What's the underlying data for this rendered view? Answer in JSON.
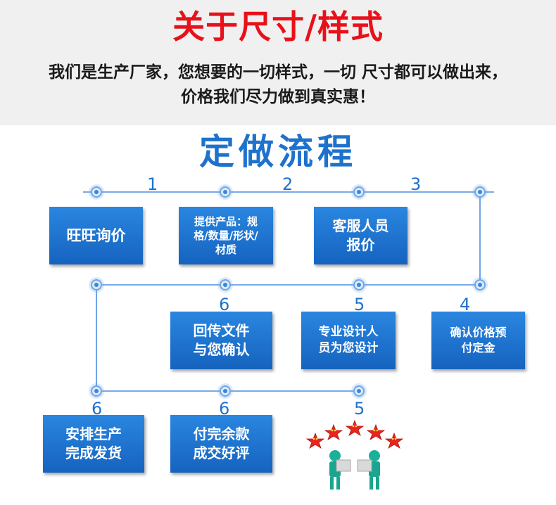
{
  "header": {
    "title": "关于尺寸/样式",
    "intro_line1": "我们是生产厂家，您想要的一切样式，一切 尺寸都可以做出来，",
    "intro_line2": "价格我们尽力做到真实惠！"
  },
  "flow": {
    "title": "定做流程",
    "row1_numbers": [
      "1",
      "2",
      "3"
    ],
    "row2_numbers": [
      "6",
      "5",
      "4"
    ],
    "row3_numbers": [
      "6",
      "6",
      "5"
    ],
    "steps": [
      {
        "lines": [
          "旺旺询价"
        ]
      },
      {
        "lines": [
          "提供产品：规",
          "格/数量/形状/",
          "材质"
        ]
      },
      {
        "lines": [
          "客服人员",
          "报价"
        ]
      },
      {
        "lines": [
          "确认价格预",
          "付定金"
        ]
      },
      {
        "lines": [
          "专业设计人",
          "员为您设计"
        ]
      },
      {
        "lines": [
          "回传文件",
          "与您确认"
        ]
      },
      {
        "lines": [
          "安排生产",
          "完成发货"
        ]
      },
      {
        "lines": [
          "付完余款",
          "成交好评"
        ]
      }
    ]
  },
  "colors": {
    "title_red": "#e8111a",
    "flow_blue": "#1f72cc",
    "box_blue": "#1a6fd0"
  }
}
